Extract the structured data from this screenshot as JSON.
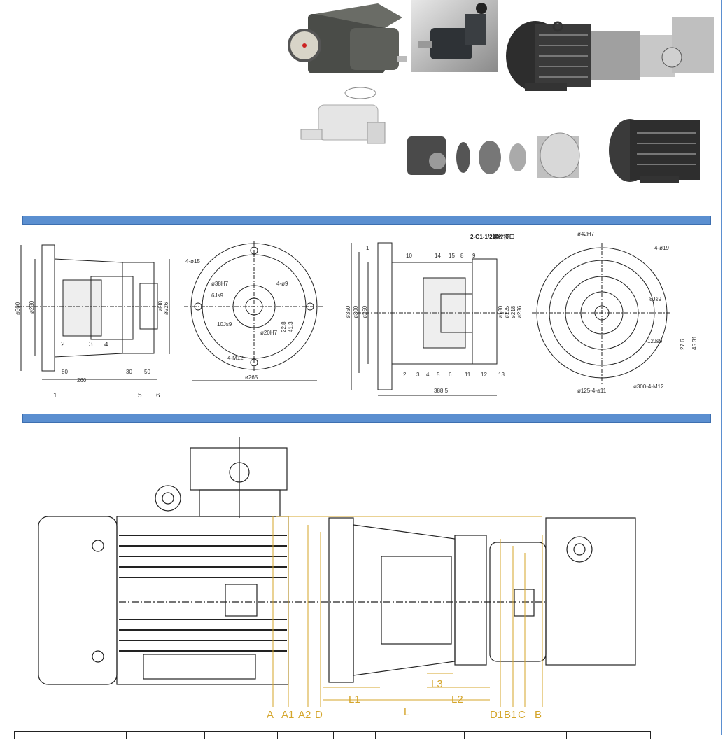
{
  "photos": [
    {
      "name": "pump-with-gauge-photo"
    },
    {
      "name": "pump-with-handwheel-photo"
    },
    {
      "name": "motor-pump-assembly-photo"
    },
    {
      "name": "pump-line-drawing-photo"
    },
    {
      "name": "exploded-assembly-photo"
    }
  ],
  "drawing1": {
    "side_dims": [
      "ø300",
      "ø230",
      "ø226",
      "øH8",
      "80",
      "260",
      "30",
      "50"
    ],
    "parts": [
      "1",
      "2",
      "3",
      "4",
      "5",
      "6"
    ],
    "front_dims": [
      "4-ø15",
      "ø38H7",
      "4-ø9",
      "6Js9",
      "10Js9",
      "ø20H7",
      "22.8",
      "41.3",
      "4-M12",
      "ø265"
    ]
  },
  "drawing2": {
    "title": "2-G1-1/2螺纹接口",
    "side_dims": [
      "ø350",
      "ø300",
      "ø250",
      "ø180",
      "ø125",
      "ø218",
      "ø236",
      "388.5"
    ],
    "parts": [
      "1",
      "2",
      "3",
      "4",
      "5",
      "6",
      "8",
      "9",
      "10",
      "11",
      "12",
      "13",
      "14",
      "15"
    ],
    "front_dims": [
      "ø42H7",
      "4-ø19",
      "8Js9",
      "12Js9",
      "27.6",
      "45.31",
      "ø125-4-ø11",
      "ø300-4-M12"
    ]
  },
  "assembly": {
    "labels": [
      "A",
      "A1",
      "A2",
      "D",
      "L1",
      "L",
      "L3",
      "L2",
      "D1",
      "B1",
      "C",
      "B"
    ],
    "dim_color": "#d4a52a"
  },
  "colors": {
    "banner": "#5b8fd0"
  }
}
